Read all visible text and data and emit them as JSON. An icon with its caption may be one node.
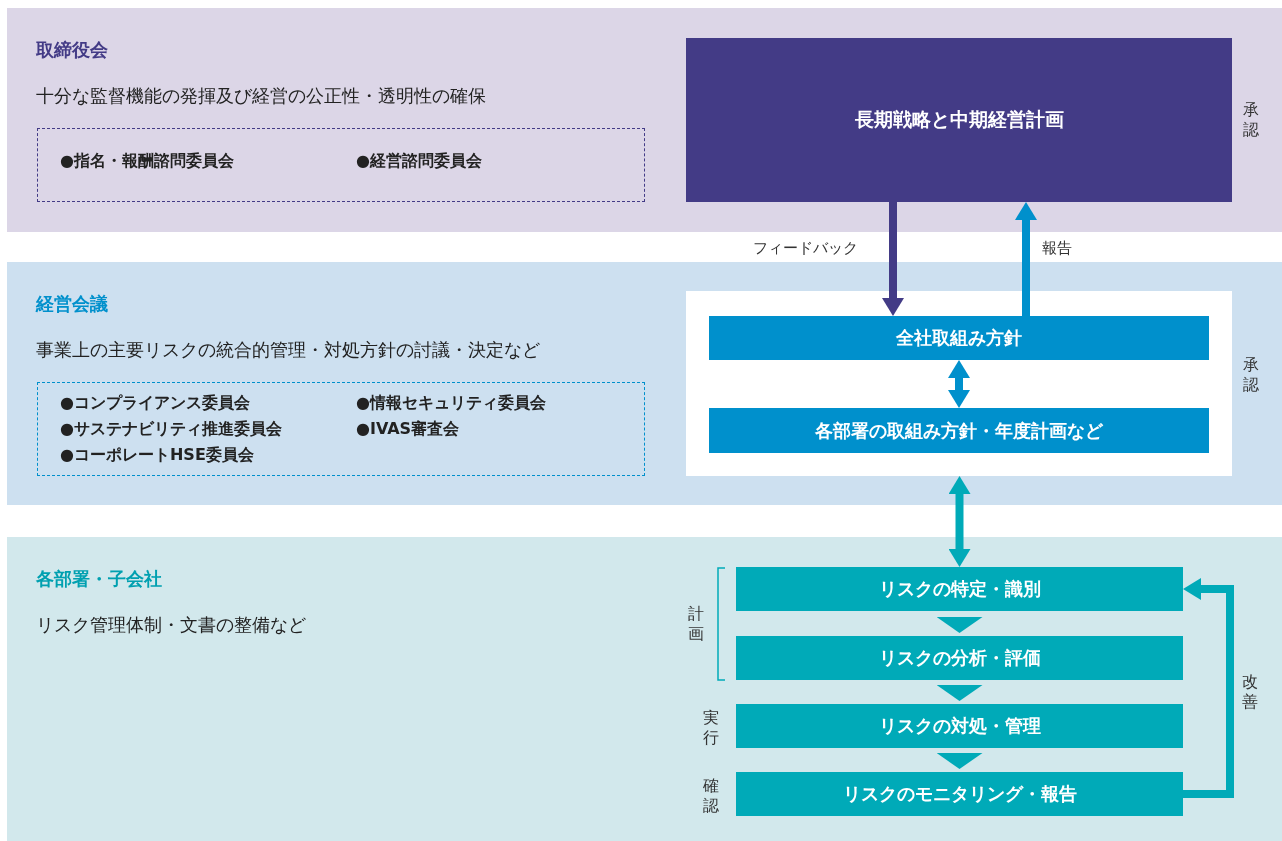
{
  "diagram": {
    "nodes": [
      {
        "text": [
          "取締役会",
          "十分な監督機能の発揮及び経営の公正性・透明性の確保"
        ]
      },
      {
        "text": [
          "●指名・報酬諮問委員会",
          "●経営諮問委員会"
        ],
        "in": 0
      },
      {
        "text": [
          "長期戦略と中期経営計画"
        ],
        "in": 0
      },
      {
        "text": [
          "経営会議",
          "事業上の主要リスクの統合的管理・対処方針の討議・決定など"
        ]
      },
      {
        "text": [
          "●コンプライアンス委員会",
          "●情報セキュリティ委員会",
          "●サステナビリティ推進委員会",
          "●IVAS審査会",
          "●コーポレートHSE委員会"
        ],
        "in": 3
      },
      {
        "text": [],
        "shape": "box",
        "in": 3
      },
      {
        "text": [
          "全社取組み方針"
        ],
        "in": 5
      },
      {
        "text": [
          "各部署の取組み方針・年度計画など"
        ],
        "in": 5
      },
      {
        "text": [
          "各部署・子会社",
          "リスク管理体制・文書の整備など"
        ]
      },
      {
        "text": [
          "リスクの特定・識別"
        ],
        "in": 8
      },
      {
        "text": [
          "リスクの分析・評価"
        ],
        "in": 8
      },
      {
        "text": [
          "リスクの対処・管理"
        ],
        "in": 8
      },
      {
        "text": [
          "リスクのモニタリング・報告"
        ],
        "in": 8
      }
    ],
    "edges": [
      {
        "from": 2,
        "to": 6,
        "arrow": "to",
        "label": "フィードバック",
        "color": "#433b86"
      },
      {
        "from": 6,
        "to": 2,
        "arrow": "to",
        "label": "報告",
        "color": "#0090cc"
      },
      {
        "from": 6,
        "to": 7,
        "arrow": "both",
        "color": "#0090cc"
      },
      {
        "from": 5,
        "to": 9,
        "arrow": "both"
      },
      {
        "from": 9,
        "to": 10,
        "arrow": "to"
      },
      {
        "from": 10,
        "to": 11,
        "arrow": "to"
      },
      {
        "from": 11,
        "to": 12,
        "arrow": "to"
      },
      {
        "from": 12,
        "to": 9,
        "arrow": "to",
        "label": "改善"
      }
    ],
    "labels": [
      "承認",
      "承認",
      "計画",
      "実行",
      "確認"
    ]
  }
}
